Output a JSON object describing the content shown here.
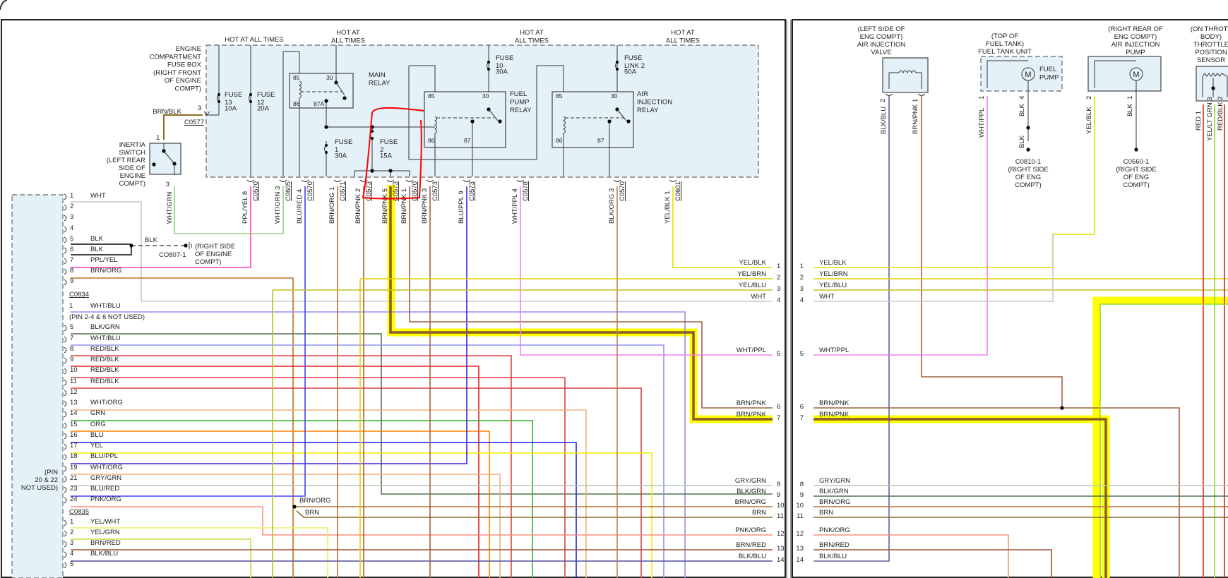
{
  "left_panel": {
    "fuse_box": {
      "label": [
        "ENGINE",
        "COMPARTMENT",
        "FUSE BOX",
        "(RIGHT FRONT",
        "OF ENGINE",
        "COMPT)"
      ],
      "hot_labels": [
        [
          "HOT AT ALL TIMES"
        ],
        [
          "HOT AT",
          "ALL TIMES"
        ],
        [
          "HOT AT",
          "ALL TIMES"
        ],
        [
          "HOT AT",
          "ALL TIMES"
        ]
      ],
      "fuses": [
        {
          "name": "FUSE",
          "num": "13",
          "amps": "10A"
        },
        {
          "name": "FUSE",
          "num": "12",
          "amps": "20A"
        },
        {
          "name": "FUSE",
          "num": "1",
          "amps": "30A"
        },
        {
          "name": "FUSE",
          "num": "2",
          "amps": "15A"
        },
        {
          "name": "FUSE",
          "num": "10",
          "amps": "30A"
        },
        {
          "name": "FUSE",
          "num": "LINK 2",
          "amps": "50A"
        }
      ],
      "relays": [
        {
          "label": [
            "MAIN",
            "RELAY"
          ],
          "pins": [
            "85",
            "30",
            "86",
            "87A"
          ]
        },
        {
          "label": [
            "FUEL",
            "PUMP",
            "RELAY"
          ],
          "pins": [
            "85",
            "30",
            "86",
            "87"
          ]
        },
        {
          "label": [
            "AIR",
            "INJECTION",
            "RELAY"
          ],
          "pins": [
            "85",
            "30",
            "86",
            "87"
          ]
        }
      ]
    },
    "inertia_switch": {
      "label": [
        "INERTIA",
        "SWITCH",
        "(LEFT REAR",
        "SIDE OF",
        "ENGINE",
        "COMPT)"
      ],
      "wire": "BRN/BLK",
      "pin_in": "3",
      "pin_top": "1",
      "pin_bottom": "3",
      "connector": "C0577"
    },
    "vertical_wires": [
      {
        "color_name": "WHT/GRN",
        "pin": "3",
        "connector": "",
        "hex": "#90d080"
      },
      {
        "color_name": "PPL/YEL",
        "pin": "8",
        "connector": "C0570",
        "hex": "#ff40c0"
      },
      {
        "color_name": "WHT/GRN",
        "pin": "3",
        "connector": "C0605",
        "hex": "#90d080"
      },
      {
        "color_name": "BLU/RED",
        "pin": "4",
        "connector": "C0570",
        "hex": "#4040ff"
      },
      {
        "color_name": "BRN/ORG",
        "pin": "1",
        "connector": "C0571",
        "hex": "#b07830"
      },
      {
        "color_name": "BRN/PNK",
        "pin": "2",
        "connector": "C0573",
        "hex": "#a06040"
      },
      {
        "color_name": "BRN/PNK",
        "pin": "5",
        "connector": "C0573",
        "hex": "#8b5a2b"
      },
      {
        "color_name": "BRN/PNK",
        "pin": "1",
        "connector": "C0570",
        "hex": "#a06040"
      },
      {
        "color_name": "BRN/PNK",
        "pin": "3",
        "connector": "C0573",
        "hex": "#a06040"
      },
      {
        "color_name": "BLU/PPL",
        "pin": "9",
        "connector": "C0573",
        "hex": "#4020e0"
      },
      {
        "color_name": "WHT/PPL",
        "pin": "4",
        "connector": "C0578",
        "hex": "#f080f0"
      },
      {
        "color_name": "BLK/ORG",
        "pin": "3",
        "connector": "C0570",
        "hex": "#c08050"
      },
      {
        "color_name": "YEL/BLK",
        "pin": "1",
        "connector": "C0601",
        "hex": "#e0e000"
      }
    ],
    "ground": {
      "wire": "BLK",
      "id": "CO807-1",
      "label": [
        "(RIGHT SIDE",
        "OF ENGINE",
        "COMPT)"
      ]
    },
    "pcm_connector_C0834": {
      "name": "C0834",
      "pins": [
        {
          "pin": "1",
          "wire": "WHT",
          "hex": "#c8c8c8"
        },
        {
          "pin": "2",
          "wire": "",
          "hex": ""
        },
        {
          "pin": "3",
          "wire": "",
          "hex": ""
        },
        {
          "pin": "4",
          "wire": "",
          "hex": ""
        },
        {
          "pin": "5",
          "wire": "BLK",
          "hex": "#555555"
        },
        {
          "pin": "6",
          "wire": "BLK",
          "hex": "#555555"
        },
        {
          "pin": "7",
          "wire": "PPL/YEL",
          "hex": "#ff40c0"
        },
        {
          "pin": "8",
          "wire": "BRN/ORG",
          "hex": "#c07020"
        },
        {
          "pin": "9",
          "wire": "",
          "hex": ""
        }
      ]
    },
    "pcm_connector_C0833": {
      "note": "(PIN 2-4 & 6 NOT USED)",
      "pins": [
        {
          "pin": "1",
          "wire": "WHT/BLU",
          "hex": "#9090f0"
        },
        {
          "pin": "5",
          "wire": "BLK/GRN",
          "hex": "#507050"
        },
        {
          "pin": "7",
          "wire": "WHT/BLU",
          "hex": "#9090f0"
        },
        {
          "pin": "8",
          "wire": "RED/BLK",
          "hex": "#e04040"
        },
        {
          "pin": "9",
          "wire": "RED/BLK",
          "hex": "#e02020"
        },
        {
          "pin": "10",
          "wire": "RED/BLK",
          "hex": "#d03030"
        },
        {
          "pin": "11",
          "wire": "RED/BLK",
          "hex": "#e04040"
        },
        {
          "pin": "12",
          "wire": "",
          "hex": ""
        },
        {
          "pin": "13",
          "wire": "WHT/ORG",
          "hex": "#f0b080"
        },
        {
          "pin": "14",
          "wire": "GRN",
          "hex": "#30b030"
        },
        {
          "pin": "15",
          "wire": "ORG",
          "hex": "#ff8000"
        },
        {
          "pin": "16",
          "wire": "BLU",
          "hex": "#2020f0"
        },
        {
          "pin": "17",
          "wire": "YEL",
          "hex": "#f0f000"
        },
        {
          "pin": "18",
          "wire": "BLU/PPL",
          "hex": "#4020e0"
        },
        {
          "pin": "19",
          "wire": "WHT/ORG",
          "hex": "#f0b080"
        },
        {
          "pin": "21",
          "wire": "GRY/GRN",
          "hex": "#b8c8b0"
        },
        {
          "pin": "23",
          "wire": "BLU/RED",
          "hex": "#4040ff"
        },
        {
          "pin": "24",
          "wire": "PNK/ORG",
          "hex": "#ff9080"
        }
      ],
      "side_note": [
        "(PIN",
        "20 & 22",
        "NOT USED)"
      ]
    },
    "pcm_connector_C0835": {
      "name": "C0835",
      "pins": [
        {
          "pin": "1",
          "wire": "YEL/WHT",
          "hex": "#f0f060"
        },
        {
          "pin": "2",
          "wire": "YEL/GRN",
          "hex": "#c0e040"
        },
        {
          "pin": "3",
          "wire": "BRN/RED",
          "hex": "#a05030"
        },
        {
          "pin": "4",
          "wire": "BLK/BLU",
          "hex": "#5050a0"
        },
        {
          "pin": "5",
          "wire": "",
          "hex": ""
        }
      ]
    },
    "splice": {
      "wires": [
        "BRN/ORG",
        "BRN"
      ]
    },
    "right_edge_pins": [
      {
        "pin": "1",
        "wire": "YEL/BLK",
        "hex": "#e0e000"
      },
      {
        "pin": "2",
        "wire": "YEL/BRN",
        "hex": "#e0d000"
      },
      {
        "pin": "3",
        "wire": "YEL/BLU",
        "hex": "#c0c020"
      },
      {
        "pin": "4",
        "wire": "WHT",
        "hex": "#c8c8c8"
      },
      {
        "pin": "5",
        "wire": "WHT/PPL",
        "hex": "#f080f0"
      },
      {
        "pin": "6",
        "wire": "BRN/PNK",
        "hex": "#a06040"
      },
      {
        "pin": "7",
        "wire": "BRN/PNK",
        "hex": "#8b5a2b"
      },
      {
        "pin": "8",
        "wire": "GRY/GRN",
        "hex": "#b8c8b0"
      },
      {
        "pin": "9",
        "wire": "BLK/GRN",
        "hex": "#507050"
      },
      {
        "pin": "10",
        "wire": "BRN/ORG",
        "hex": "#b07830"
      },
      {
        "pin": "11",
        "wire": "BRN",
        "hex": "#8b6a30"
      },
      {
        "pin": "12",
        "wire": "PNK/ORG",
        "hex": "#ff9080"
      },
      {
        "pin": "13",
        "wire": "BRN/RED",
        "hex": "#a05030"
      },
      {
        "pin": "14",
        "wire": "BLK/BLU",
        "hex": "#5050a0"
      }
    ]
  },
  "right_panel": {
    "components": [
      {
        "label": [
          "(LEFT SIDE OF",
          "ENG COMPT)",
          "AIR INJECTION",
          "VALVE"
        ],
        "pins": [
          {
            "pin": "2",
            "wire": "BLK/BLU"
          },
          {
            "pin": "1",
            "wire": "BRN/PNK"
          }
        ]
      },
      {
        "label": [
          "(TOP OF",
          "FUEL TANK)",
          "FUEL TANK UNIT"
        ],
        "motor": "M",
        "motor_label": [
          "FUEL",
          "PUMP"
        ],
        "pins": [
          {
            "pin": "1",
            "wire": "WHT/PPL"
          },
          {
            "pin": "4",
            "wire": "BLK"
          }
        ],
        "ground": {
          "wire": "BLK",
          "id": "C0810-1",
          "label": [
            "(RIGHT SIDE",
            "OF ENG",
            "COMPT)"
          ]
        }
      },
      {
        "label": [
          "(RIGHT REAR OF",
          "ENG COMPT)",
          "AIR INJECTION",
          "PUMP"
        ],
        "motor": "M",
        "pins": [
          {
            "pin": "2",
            "wire": "YEL/BLK"
          },
          {
            "pin": "1",
            "wire": "BLK"
          }
        ],
        "ground": {
          "id": "C0560-1",
          "label": [
            "(RIGHT SIDE",
            "OF ENG",
            "COMPT)"
          ]
        }
      },
      {
        "label": [
          "(ON THROTT",
          "BODY)",
          "THROTTLE",
          "POSITION",
          "SENSOR"
        ],
        "pins": [
          {
            "pin": "1",
            "wire": "RED"
          },
          {
            "pin": "3",
            "wire": "YEL/LT GRN"
          },
          {
            "pin": "2",
            "wire": "RED/BLK"
          }
        ]
      }
    ],
    "left_edge_pins": [
      {
        "pin": "1",
        "wire": "YEL/BLK"
      },
      {
        "pin": "2",
        "wire": "YEL/BRN"
      },
      {
        "pin": "3",
        "wire": "YEL/BLU"
      },
      {
        "pin": "4",
        "wire": "WHT"
      },
      {
        "pin": "5",
        "wire": "WHT/PPL"
      },
      {
        "pin": "6",
        "wire": "BRN/PNK"
      },
      {
        "pin": "7",
        "wire": "BRN/PNK"
      },
      {
        "pin": "8",
        "wire": "GRY/GRN"
      },
      {
        "pin": "9",
        "wire": "BLK/GRN"
      },
      {
        "pin": "10",
        "wire": "BRN/ORG"
      },
      {
        "pin": "11",
        "wire": "BRN"
      },
      {
        "pin": "12",
        "wire": "PNK/ORG"
      },
      {
        "pin": "13",
        "wire": "BRN/RED"
      },
      {
        "pin": "14",
        "wire": "BLK/BLU"
      }
    ]
  },
  "highlight_color": "#ffff00",
  "annotation_color": "#ff0000"
}
